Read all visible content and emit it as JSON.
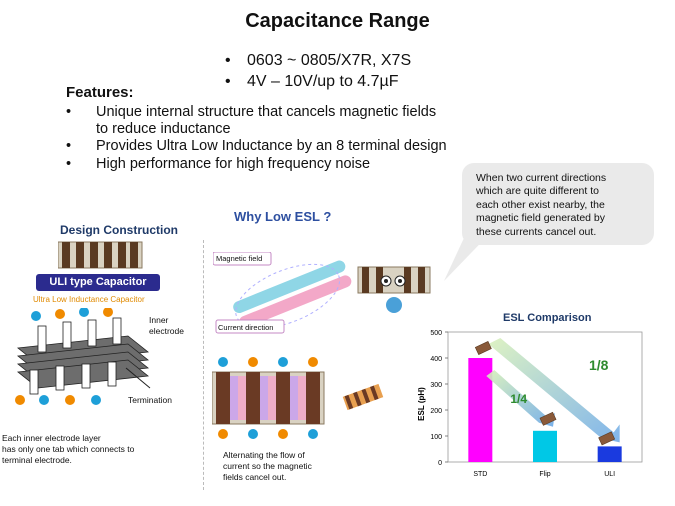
{
  "title": "Capacitance Range",
  "specs": [
    "0603 ~ 0805/X7R, X7S",
    "4V – 10V/up to 4.7µF"
  ],
  "features_title": "Features:",
  "features": [
    {
      "line1": "Unique internal  structure that cancels magnetic fields",
      "line2": "to reduce inductance"
    },
    {
      "line1": "Provides Ultra Low Inductance by an 8 terminal design",
      "line2": ""
    },
    {
      "line1": "High performance for high frequency noise",
      "line2": ""
    }
  ],
  "bubble": [
    "When two current directions",
    "which are quite different to",
    "each other exist  nearby, the",
    "magnetic field generated by",
    "these currents cancel out."
  ],
  "design_title": "Design Construction",
  "why_title": "Why Low ESL ?",
  "uli_badge": "ULI type Capacitor",
  "uli_sub": "Ultra Low  Inductance Capacitor",
  "labels": {
    "inner1": "Inner",
    "inner2": "electrode",
    "termination": "Termination",
    "magnetic_field": "Magnetic  field",
    "current_direction": "Current  direction"
  },
  "caption_left": [
    "Each inner electrode layer",
    "has only one tab which connects to",
    "terminal electrode."
  ],
  "caption_mid": [
    "Alternating the flow of",
    "current so the magnetic",
    "fields cancel out."
  ],
  "chart_data": {
    "type": "bar",
    "title": "ESL Comparison",
    "ylabel": "ESL (pH)",
    "categories": [
      "STD",
      "Flip",
      "ULI"
    ],
    "values": [
      400,
      120,
      60
    ],
    "colors": [
      "#ff00ff",
      "#00c8e6",
      "#1a3adf"
    ],
    "ylim": [
      0,
      500
    ],
    "yticks": [
      0,
      100,
      200,
      300,
      400,
      500
    ],
    "annotations": [
      "1/4",
      "1/8"
    ]
  }
}
